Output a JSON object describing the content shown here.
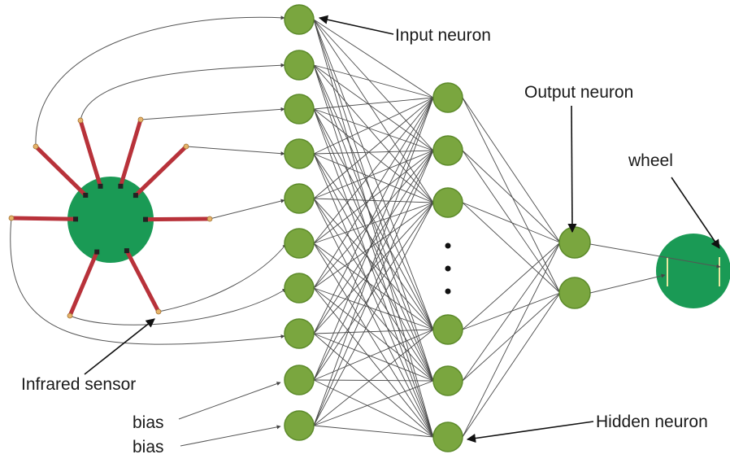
{
  "labels": {
    "input_neuron": "Input neuron",
    "output_neuron": "Output neuron",
    "wheel": "wheel",
    "infrared_sensor": "Infrared sensor",
    "bias_1": "bias",
    "bias_2": "bias",
    "hidden_neuron": "Hidden neuron"
  },
  "network": {
    "input_count": 10,
    "hidden_count_visible": 6,
    "output_count": 2,
    "ellipsis": "⋮"
  },
  "colors": {
    "neuron": "#7aa63f",
    "robot_body": "#1a9a55",
    "sensor_arm": "#b8323a",
    "wheel": "#1a9a55"
  }
}
